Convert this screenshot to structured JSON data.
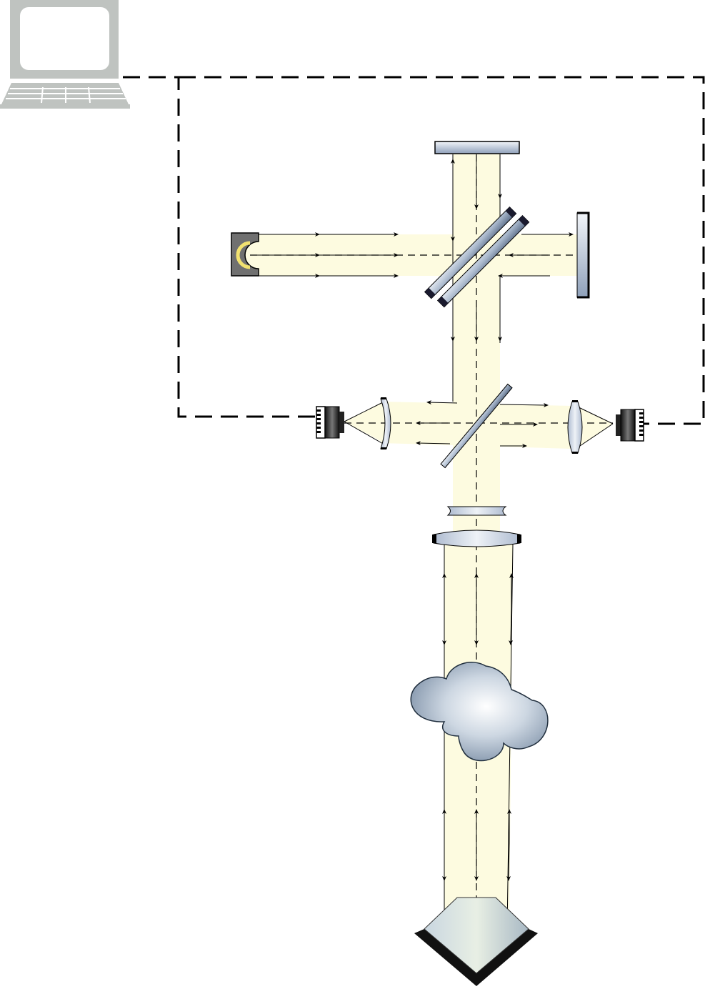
{
  "diagram": {
    "type": "optical-interferometer-setup",
    "components": [
      {
        "id": "computer",
        "icon": "computer-icon"
      },
      {
        "id": "light-source",
        "icon": "lamp-icon"
      },
      {
        "id": "reference-mirror-top",
        "icon": "mirror-icon"
      },
      {
        "id": "reference-mirror-right",
        "icon": "mirror-icon"
      },
      {
        "id": "beam-splitter-pair",
        "icon": "beam-splitter-icon"
      },
      {
        "id": "beam-splitter-detector",
        "icon": "beam-splitter-icon"
      },
      {
        "id": "lens-left",
        "icon": "lens-icon"
      },
      {
        "id": "lens-right",
        "icon": "lens-icon"
      },
      {
        "id": "camera-left",
        "icon": "camera-icon"
      },
      {
        "id": "camera-right",
        "icon": "camera-icon"
      },
      {
        "id": "concave-lens",
        "icon": "lens-icon"
      },
      {
        "id": "convex-lens",
        "icon": "lens-icon"
      },
      {
        "id": "turbulence-cloud",
        "icon": "cloud-icon"
      },
      {
        "id": "retroreflector",
        "icon": "prism-icon"
      }
    ],
    "colors": {
      "beam": "#fdfbe0",
      "monitor": "#bfc3c0",
      "optic": "#b9c6d8",
      "mirror-edge": "#1a1a2e",
      "cloud": "#a7b6c6",
      "dashed-line": "#000000"
    }
  }
}
